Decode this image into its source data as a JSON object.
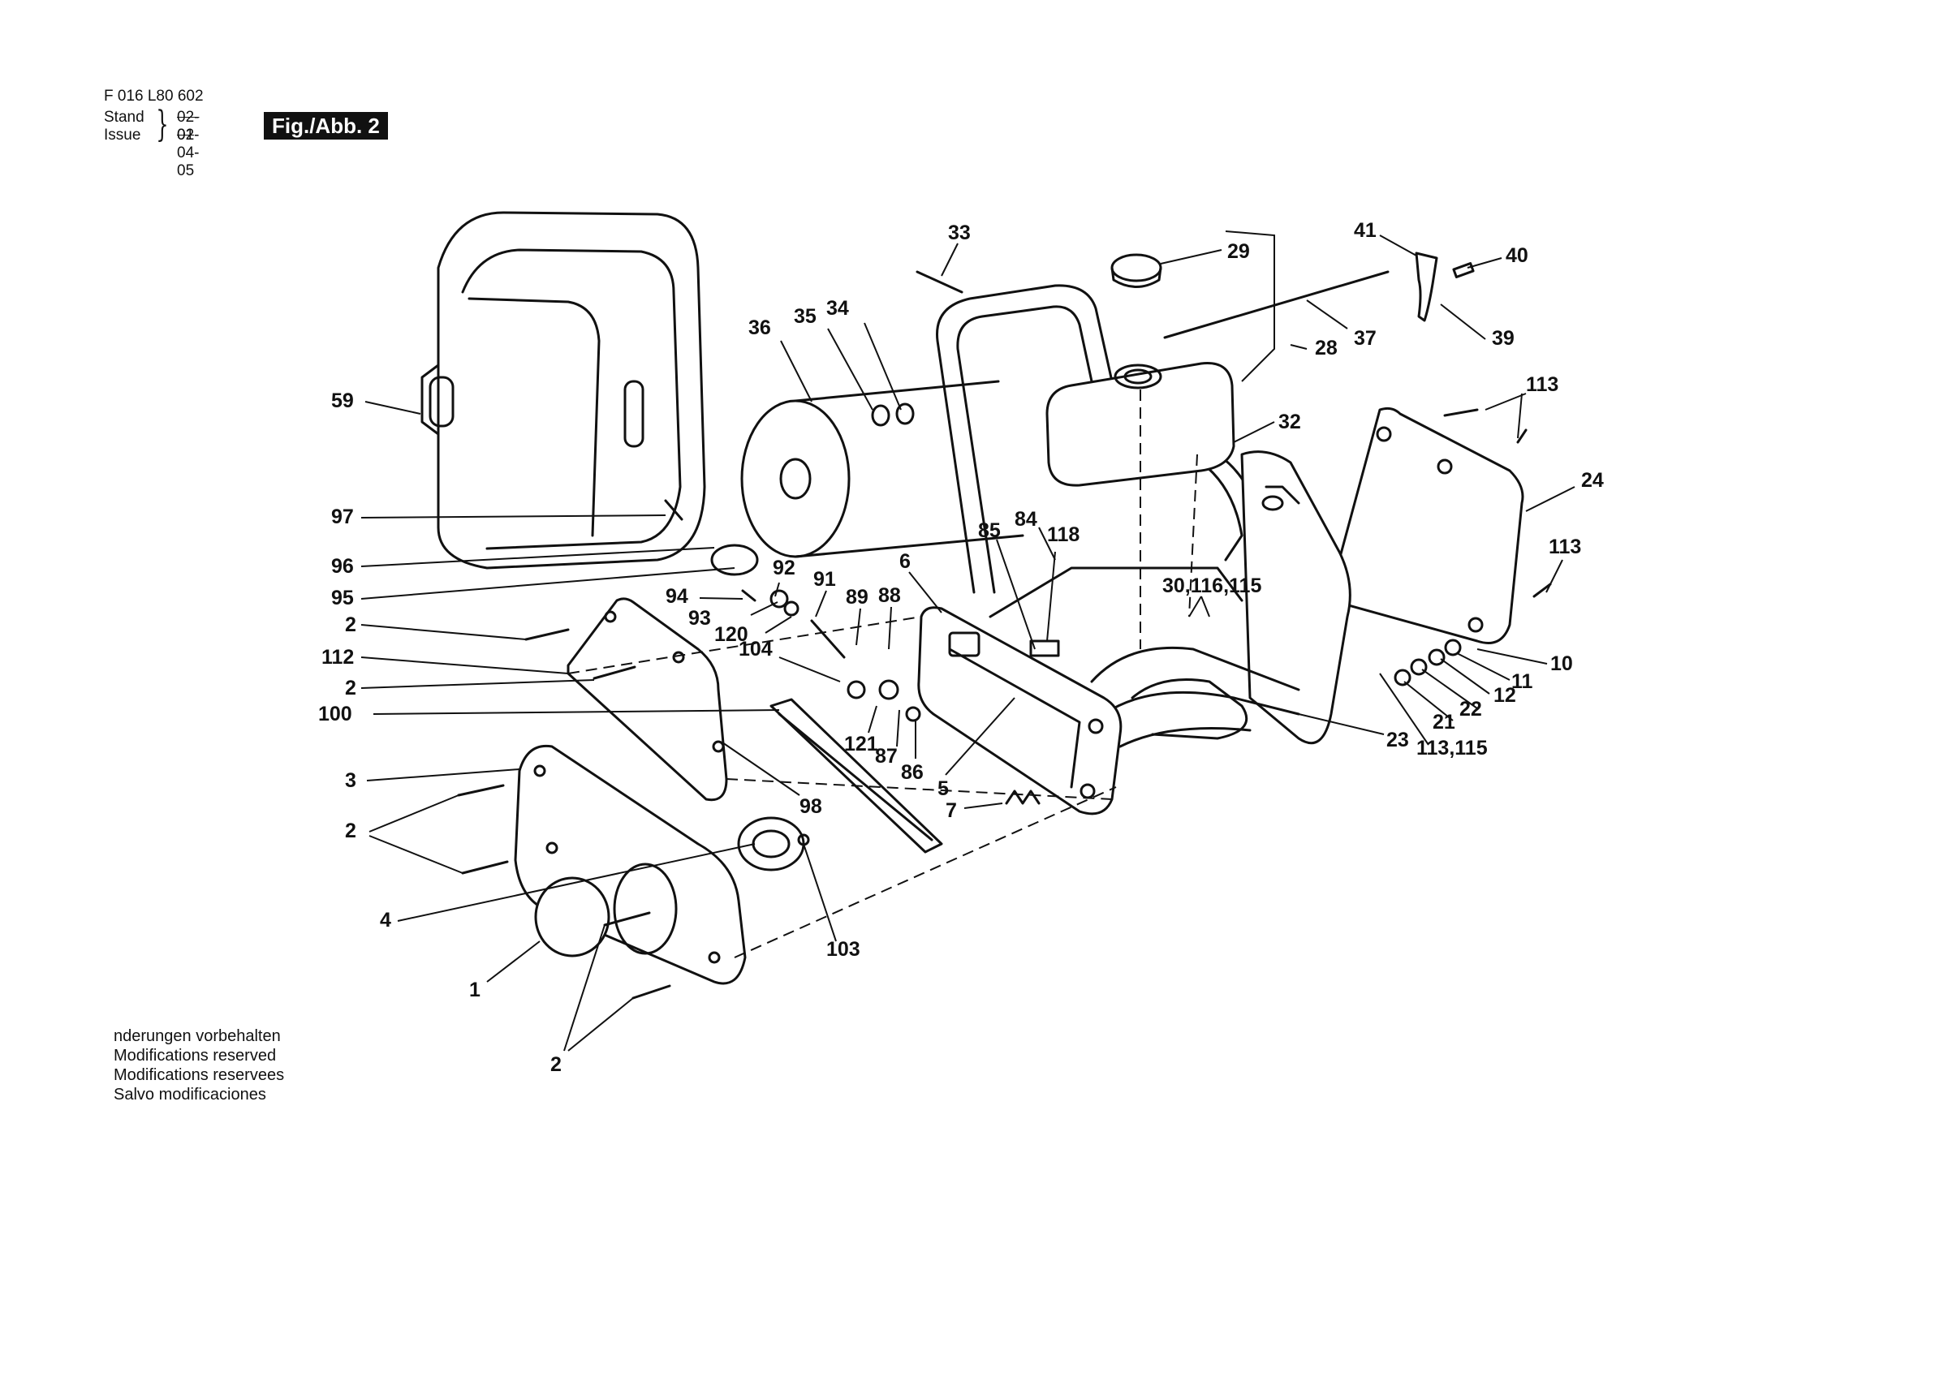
{
  "header": {
    "doc_number": "F 016 L80 602",
    "stand_label": "Stand",
    "issue_label": "Issue",
    "stand_value": "02-01",
    "issue_value": "02-04-05",
    "figure_label": "Fig./Abb. 2"
  },
  "footer": {
    "lines": [
      "nderungen vorbehalten",
      "Modifications reserved",
      "Modifications reservees",
      "Salvo modificaciones"
    ]
  },
  "callouts": [
    {
      "id": "c-33",
      "text": "33"
    },
    {
      "id": "c-29",
      "text": "29"
    },
    {
      "id": "c-41",
      "text": "41"
    },
    {
      "id": "c-40",
      "text": "40"
    },
    {
      "id": "c-35",
      "text": "35"
    },
    {
      "id": "c-34",
      "text": "34"
    },
    {
      "id": "c-36",
      "text": "36"
    },
    {
      "id": "c-28",
      "text": "28"
    },
    {
      "id": "c-37",
      "text": "37"
    },
    {
      "id": "c-39",
      "text": "39"
    },
    {
      "id": "c-113a",
      "text": "113"
    },
    {
      "id": "c-59",
      "text": "59"
    },
    {
      "id": "c-32",
      "text": "32"
    },
    {
      "id": "c-24",
      "text": "24"
    },
    {
      "id": "c-97",
      "text": "97"
    },
    {
      "id": "c-84",
      "text": "84"
    },
    {
      "id": "c-85",
      "text": "85"
    },
    {
      "id": "c-118",
      "text": "118"
    },
    {
      "id": "c-113b",
      "text": "113"
    },
    {
      "id": "c-96",
      "text": "96"
    },
    {
      "id": "c-6",
      "text": "6"
    },
    {
      "id": "c-92",
      "text": "92"
    },
    {
      "id": "c-91",
      "text": "91"
    },
    {
      "id": "c-30",
      "text": "30,116,115"
    },
    {
      "id": "c-95",
      "text": "95"
    },
    {
      "id": "c-94",
      "text": "94"
    },
    {
      "id": "c-89",
      "text": "89"
    },
    {
      "id": "c-88",
      "text": "88"
    },
    {
      "id": "c-93",
      "text": "93"
    },
    {
      "id": "c-2a",
      "text": "2"
    },
    {
      "id": "c-120",
      "text": "120"
    },
    {
      "id": "c-10",
      "text": "10"
    },
    {
      "id": "c-104",
      "text": "104"
    },
    {
      "id": "c-112",
      "text": "112"
    },
    {
      "id": "c-11",
      "text": "11"
    },
    {
      "id": "c-12",
      "text": "12"
    },
    {
      "id": "c-2b",
      "text": "2"
    },
    {
      "id": "c-22",
      "text": "22"
    },
    {
      "id": "c-21",
      "text": "21"
    },
    {
      "id": "c-100",
      "text": "100"
    },
    {
      "id": "c-121",
      "text": "121"
    },
    {
      "id": "c-87",
      "text": "87"
    },
    {
      "id": "c-23",
      "text": "23"
    },
    {
      "id": "c-113115",
      "text": "113,115"
    },
    {
      "id": "c-86",
      "text": "86"
    },
    {
      "id": "c-5",
      "text": "5"
    },
    {
      "id": "c-98",
      "text": "98"
    },
    {
      "id": "c-3",
      "text": "3"
    },
    {
      "id": "c-7",
      "text": "7"
    },
    {
      "id": "c-2c",
      "text": "2"
    },
    {
      "id": "c-103",
      "text": "103"
    },
    {
      "id": "c-4",
      "text": "4"
    },
    {
      "id": "c-1",
      "text": "1"
    },
    {
      "id": "c-2d",
      "text": "2"
    }
  ]
}
